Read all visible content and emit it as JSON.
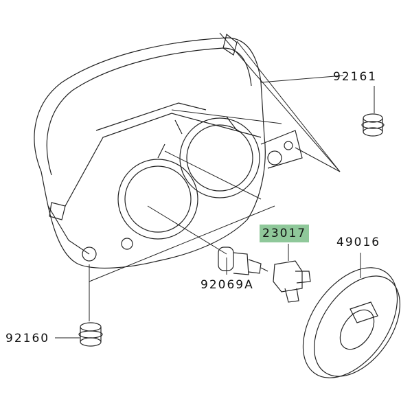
{
  "parts": [
    {
      "id": "grommet-upper",
      "number": "92161"
    },
    {
      "id": "bulb-socket",
      "number": "23017",
      "highlighted": true
    },
    {
      "id": "bulb-cover",
      "number": "49016"
    },
    {
      "id": "bulb",
      "number": "92069A"
    },
    {
      "id": "grommet-lower",
      "number": "92160"
    }
  ],
  "colors": {
    "highlight": "#8fc89a",
    "line": "#222222"
  }
}
